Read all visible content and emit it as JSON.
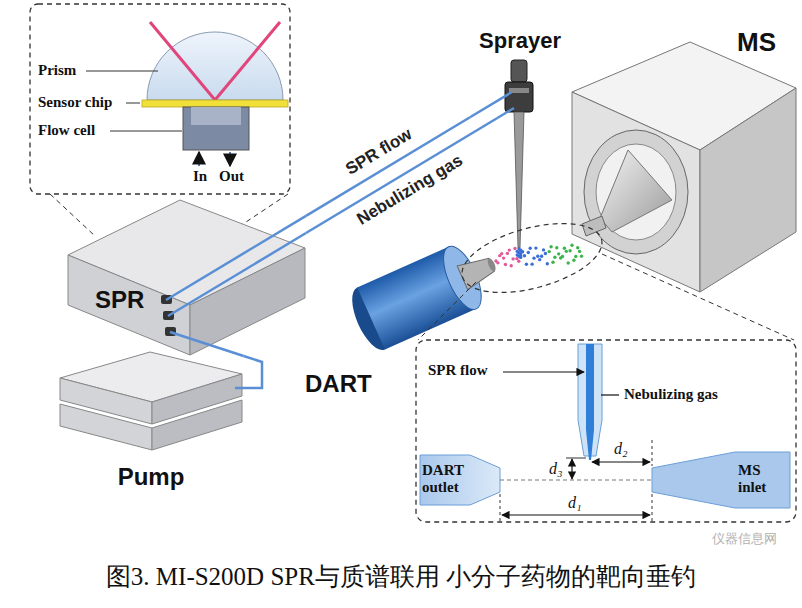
{
  "diagram": {
    "caption": "图3. MI-S200D SPR与质谱联用 小分子药物的靶向垂钓",
    "nodes": [
      {
        "text": [
          "Sprayer"
        ]
      },
      {
        "text": [
          "MS"
        ]
      },
      {
        "text": [
          "SPR"
        ]
      },
      {
        "text": [
          "DART"
        ]
      },
      {
        "text": [
          "Pump"
        ]
      }
    ],
    "edges": [
      {
        "from": 2,
        "to": 0,
        "label": "SPR flow",
        "arrow": "none"
      },
      {
        "from": 2,
        "to": 0,
        "label": "Nebulizing gas",
        "arrow": "none"
      },
      {
        "from": 4,
        "to": 2,
        "arrow": "none"
      }
    ],
    "labels": [
      "Prism",
      "Sensor chip",
      "Flow cell",
      "In",
      "Out",
      "SPR flow",
      "Nebulizing gas",
      "DART outlet",
      "MS inlet",
      "d₃",
      "d₂",
      "d₁",
      "仪器信息网"
    ]
  }
}
